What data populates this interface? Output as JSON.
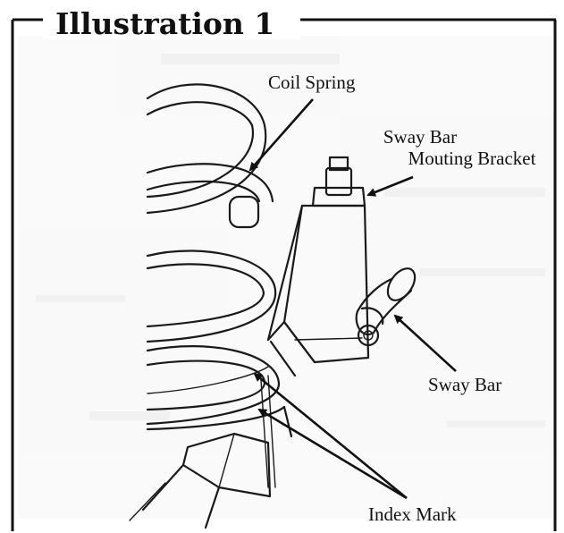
{
  "title": "Illustration 1",
  "labels": {
    "coil_spring": "Coil Spring",
    "sway_bar_bracket_line1": "Sway Bar",
    "sway_bar_bracket_line2": "Mouting Bracket",
    "sway_bar": "Sway Bar",
    "index_mark": "Index Mark"
  }
}
